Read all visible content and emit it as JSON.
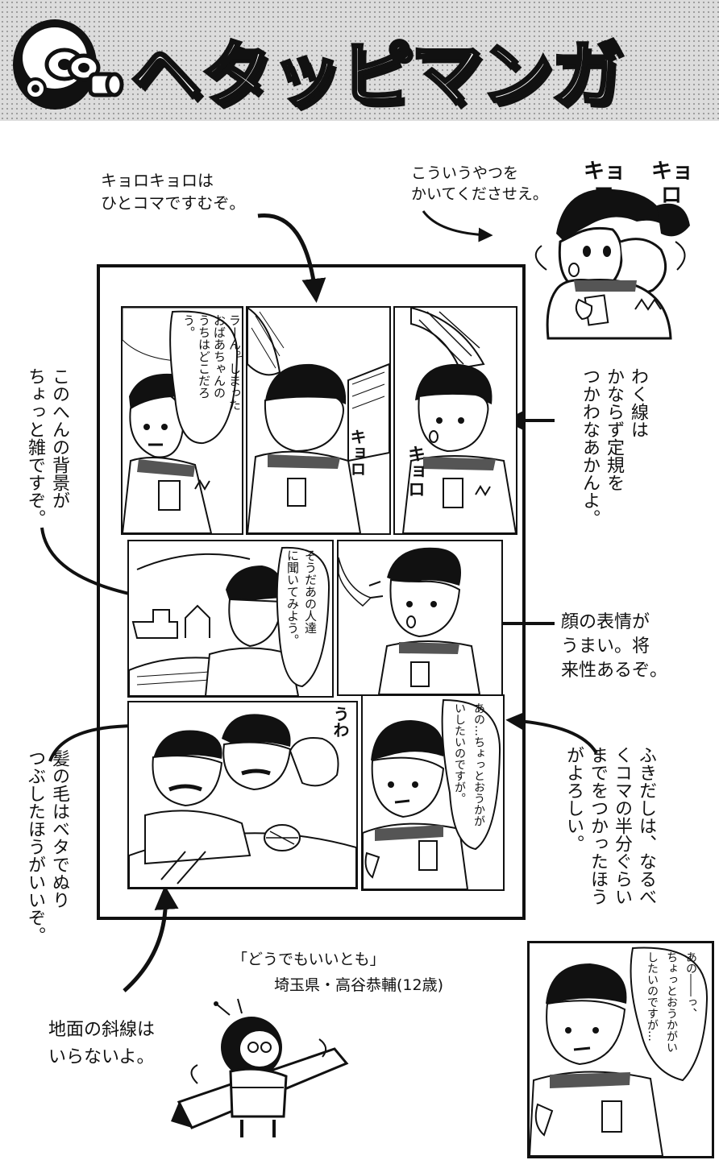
{
  "header": {
    "title": "ヘタッピマンガ"
  },
  "sample": {
    "sfx_top": [
      "キョ",
      "ロ",
      "キョ",
      "ロ"
    ],
    "caption": [
      "こういうやつを",
      "かいてくださせえ。"
    ]
  },
  "notes": {
    "kyoro": [
      "キョロキョロは",
      "ひとコマですむぞ。"
    ],
    "background": [
      "このへんの背景が",
      "ちょっと雑ですぞ。"
    ],
    "frame": [
      "わく線は",
      "かならず定規を",
      "つかわなあかんよ。"
    ],
    "expression": [
      "顔の表情が",
      "うまい。将",
      "来性あるぞ。"
    ],
    "hair": [
      "髪の毛はベタでぬり",
      "つぶしたほうがいいぞ。"
    ],
    "balloon": [
      "ふきだしは、なるべ",
      "くコマの半分ぐらい",
      "までをつかったほう",
      "がよろしい。"
    ],
    "ground": [
      "地面の斜線は",
      "いらないよ。"
    ]
  },
  "credit": {
    "title": "「どうでもいいとも」",
    "author": "埼玉県・高谷恭輔(12歳)"
  },
  "comic": {
    "p1_balloon": [
      "ラーん。しまった",
      "おばあちゃんの",
      "うちはどこだろ",
      "う。"
    ],
    "p2_sfx": "キョロ",
    "p3_sfx": "キョロ",
    "p4_balloon": [
      "そうだあの人達",
      "に聞いてみよう。"
    ],
    "p5_sfx": "うわ",
    "p6_balloon": [
      "あの…ちょっとおうかが",
      "いしたいのですが。"
    ]
  },
  "example": {
    "balloon": [
      "あの――っ、",
      "ちょっとおうかがい",
      "したいのですが…"
    ]
  }
}
